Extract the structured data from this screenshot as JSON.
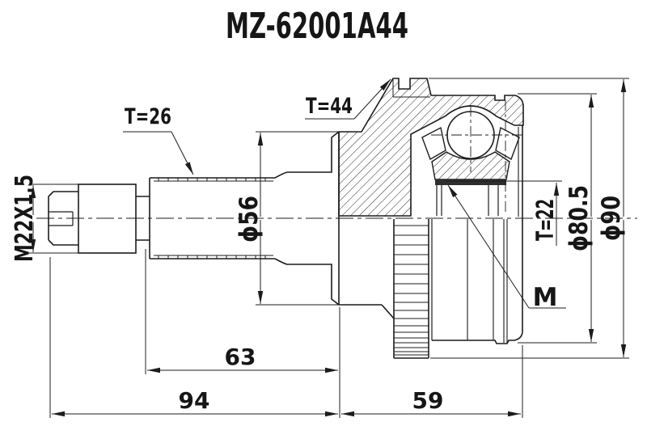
{
  "title": "MZ-62001A44",
  "drawing": {
    "labels": {
      "thread_size": "M22X1.5",
      "shaft_spline_count": "T=26",
      "ring_tooth_count": "T=44",
      "inner_spline_count": "T=22",
      "boot_seat_diameter": "ϕ56",
      "race_diameter": "ϕ80.5",
      "outer_diameter": "ϕ90",
      "inner_spline_mark": "M"
    },
    "dimensions": {
      "spline_to_housing_mm": "63",
      "stem_length_mm": "94",
      "housing_width_mm": "59"
    }
  },
  "colors": {
    "line": "#1c1c1c",
    "background": "#ffffff"
  }
}
